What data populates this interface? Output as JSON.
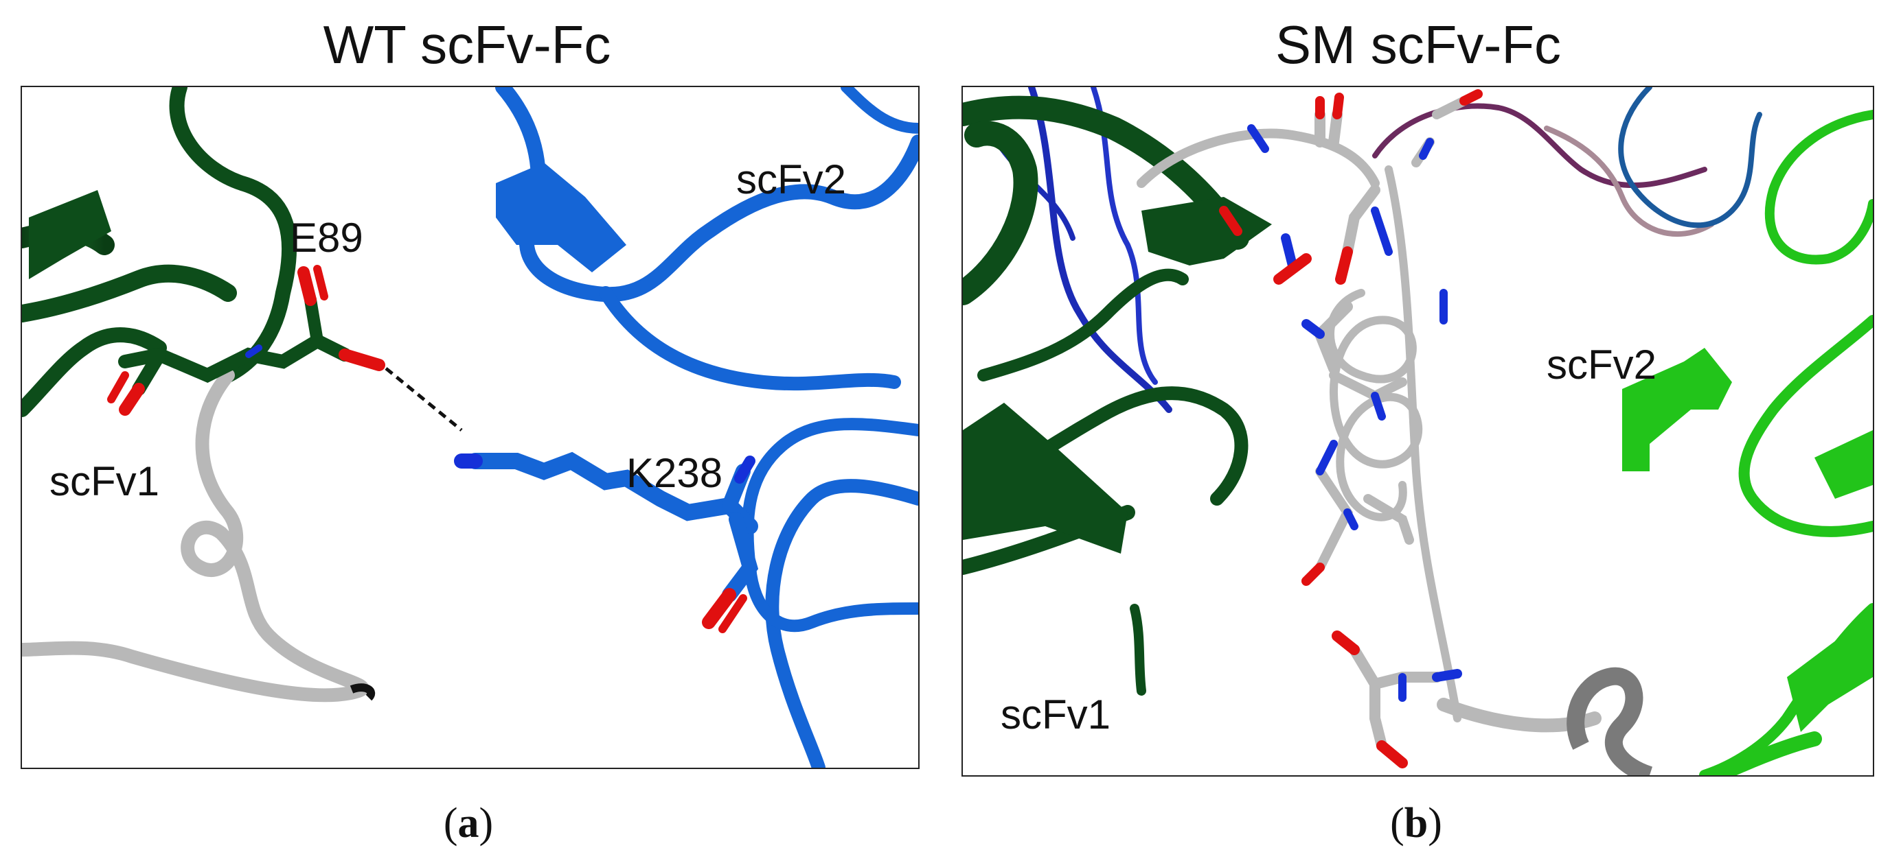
{
  "panel_a": {
    "title": "WT scFv-Fc",
    "labels": {
      "scfv2": "scFv2",
      "e89": "E89",
      "scfv1": "scFv1",
      "k238": "K238"
    },
    "caption_open": "(",
    "caption_letter": "a",
    "caption_close": ")"
  },
  "panel_b": {
    "title": "SM scFv-Fc",
    "labels": {
      "scfv2": "scFv2",
      "scfv1": "scFv1"
    },
    "caption_open": "(",
    "caption_letter": "b",
    "caption_close": ")"
  },
  "colors": {
    "scfv1_green": "#0d4d1a",
    "scfv2_blue": "#1565d6",
    "linker_grey": "#b8b8b8",
    "oxygen_red": "#e01010",
    "nitrogen_blue": "#1530d8",
    "bright_green": "#22c41a",
    "purple": "#6b2a5e"
  }
}
